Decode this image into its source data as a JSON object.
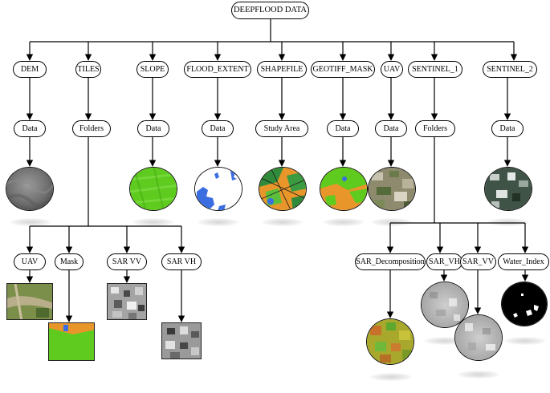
{
  "root": "DEEPFLOOD DATA",
  "categories": {
    "dem": "DEM",
    "tiles": "TILES",
    "slope": "SLOPE",
    "flood_extent": "FLOOD_EXTENT",
    "shapefile": "SHAPEFILE",
    "geotiff_mask": "GEOTIFF_MASK",
    "uav": "UAV",
    "sentinel_1": "SENTINEL_1",
    "sentinel_2": "SENTINEL_2"
  },
  "level2": {
    "dem": "Data",
    "tiles": "Folders",
    "slope": "Data",
    "flood_extent": "Data",
    "shapefile": "Study Area",
    "geotiff_mask": "Data",
    "uav": "Data",
    "sentinel_1": "Folders",
    "sentinel_2": "Data"
  },
  "tiles_children": {
    "uav": "UAV",
    "mask": "Mask",
    "sar_vv": "SAR VV",
    "sar_vh": "SAR VH"
  },
  "sentinel_1_children": {
    "sar_decomposition": "SAR_Decomposition",
    "sar_vh": "SAR_VH",
    "sar_vv": "SAR_VV",
    "water_index": "Water_Index"
  },
  "colors": {
    "line": "#000000",
    "vegetation_green": "#5ecb1e",
    "flood_blue": "#3a6de0",
    "land_orange": "#e8962a"
  }
}
